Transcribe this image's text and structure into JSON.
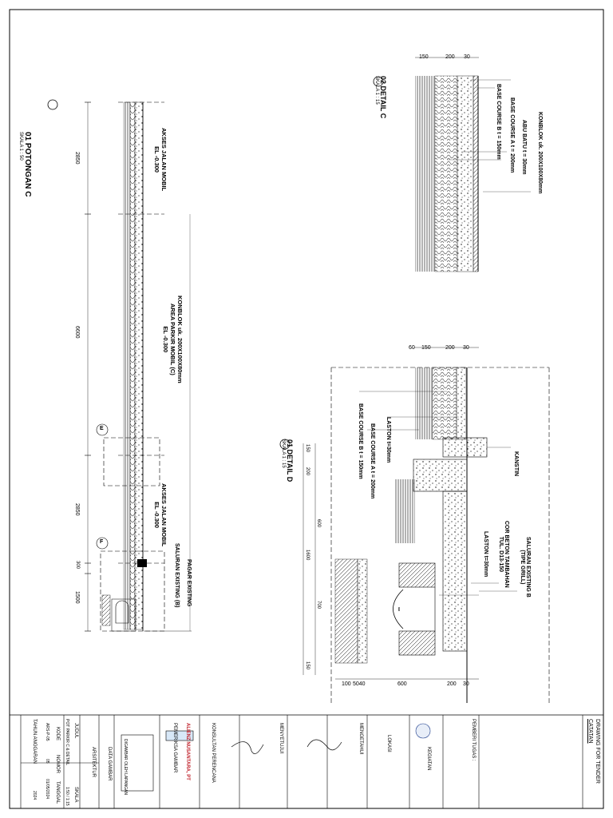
{
  "section_c": {
    "number": "01",
    "title": "POTONGAN C",
    "scale": "SKALA 1 : 50",
    "access_left": {
      "title": "AKSES JALAN MOBIL",
      "elev": "EL -0.300"
    },
    "parking": {
      "material": "KONBLOK uk. 200X100X80mm",
      "title": "AREA PARKIR MOBIL (C)",
      "elev": "EL -0.300"
    },
    "access_right": {
      "title": "AKSES JALAN MOBIL",
      "elev": "EL -0.300"
    },
    "pagar": "PAGAR EXISTING",
    "saluran": "SALURAN EXISTING (B)",
    "dims": [
      "2850",
      "6600",
      "2850",
      "300",
      "1500"
    ],
    "markers": [
      "E",
      "F"
    ]
  },
  "detail_c": {
    "number": "02",
    "title": "DETAIL C",
    "scale": "SKALA 1 : 15",
    "labels": [
      "KONBLOK uk. 200X100X80mm",
      "ABU BATU t = 30mm",
      "BASE COURSE A t = 200mm",
      "BASE COURSE B t = 150mm"
    ],
    "dims": [
      "150",
      "200",
      "30"
    ]
  },
  "detail_d": {
    "number": "01",
    "title": "DETAIL D",
    "scale": "SKALA 1 : 15",
    "labels": [
      "BASE COURSE B t = 150mm",
      "BASE COURSE A t = 200mm",
      "LASTON t=30mm",
      "KANSTIN",
      "SALURAN EXISTING B",
      "(TIPE GRILL)",
      "COR BETON TAMBAHAN",
      "TUL. D13-150",
      "LASTON t=30mm"
    ],
    "dims_top": [
      "60",
      "150",
      "200",
      "30"
    ],
    "dims_side": [
      "150",
      "200",
      "600",
      "700",
      "150",
      "1600"
    ],
    "dims_bottom": [
      "100",
      "5040",
      "600",
      "200",
      "30"
    ]
  },
  "title_block": {
    "header": "DRAWING FOR TENDER",
    "catatan": "CATATAN",
    "pemberi_tugas": "PEMBERI TUGAS :",
    "kegiatan": "KEGIATAN",
    "lokasi": "LOKASI",
    "mengetahui": "MENGETAHUI",
    "menyetujui": "MENYETUJUI",
    "konsultan": "KONSULTAN PERENCANA",
    "konsultan_name": "ALIENZ NUSANTARA, PT",
    "pemeriksa": "PEMERIKSA GAMBAR",
    "digambar": "DIGAMBAR OLEH LAPANGAN",
    "data_gambar": "DATA GAMBAR",
    "arsitektur": "ARSITEKTUR",
    "judul": "JUDUL",
    "skala": "SKALA",
    "judul_val": "POT PARKIR C & DETAIL",
    "skala_val": "1:50 / 1:15",
    "kode": "KODE",
    "nomor": "NOMOR",
    "tanggal": "TANGGAL",
    "kode_val": "ARS-P-05",
    "nomor_val": "05",
    "tanggal_val": "01/05/2024",
    "tahun": "TAHUN ANGGARAN",
    "tahun_val": "2024"
  }
}
